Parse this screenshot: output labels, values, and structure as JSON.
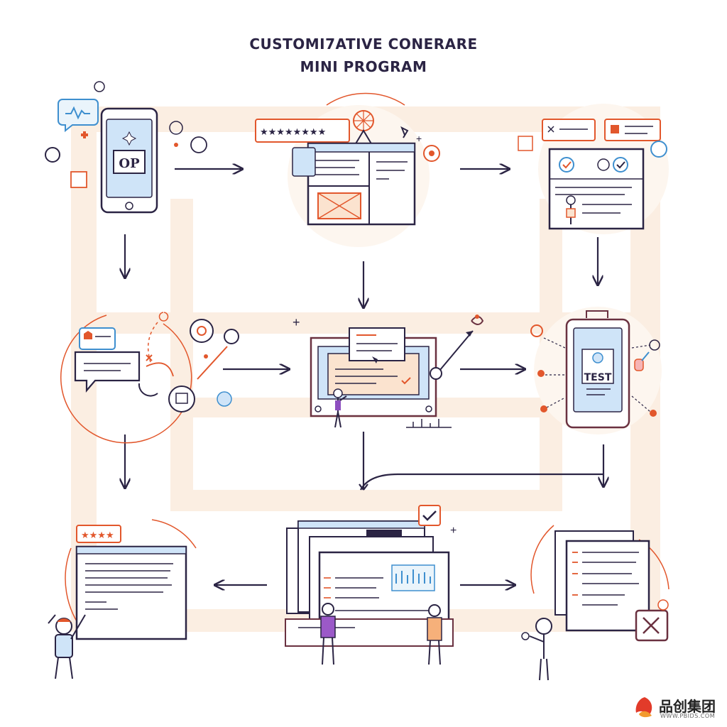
{
  "title_line1": "CUSTOMI7ATIVE CONERARE",
  "title_line2": "MINI PROGRAM",
  "phone_start_label": "OP",
  "phone_test_label": "TEST",
  "watermark": {
    "cn": "品创集团",
    "url": "WWW.PBIDS.COM"
  },
  "colors": {
    "ink": "#2b2444",
    "accent": "#e2572c",
    "blue": "#cfe4f8",
    "flow": "#fbe9d8"
  }
}
